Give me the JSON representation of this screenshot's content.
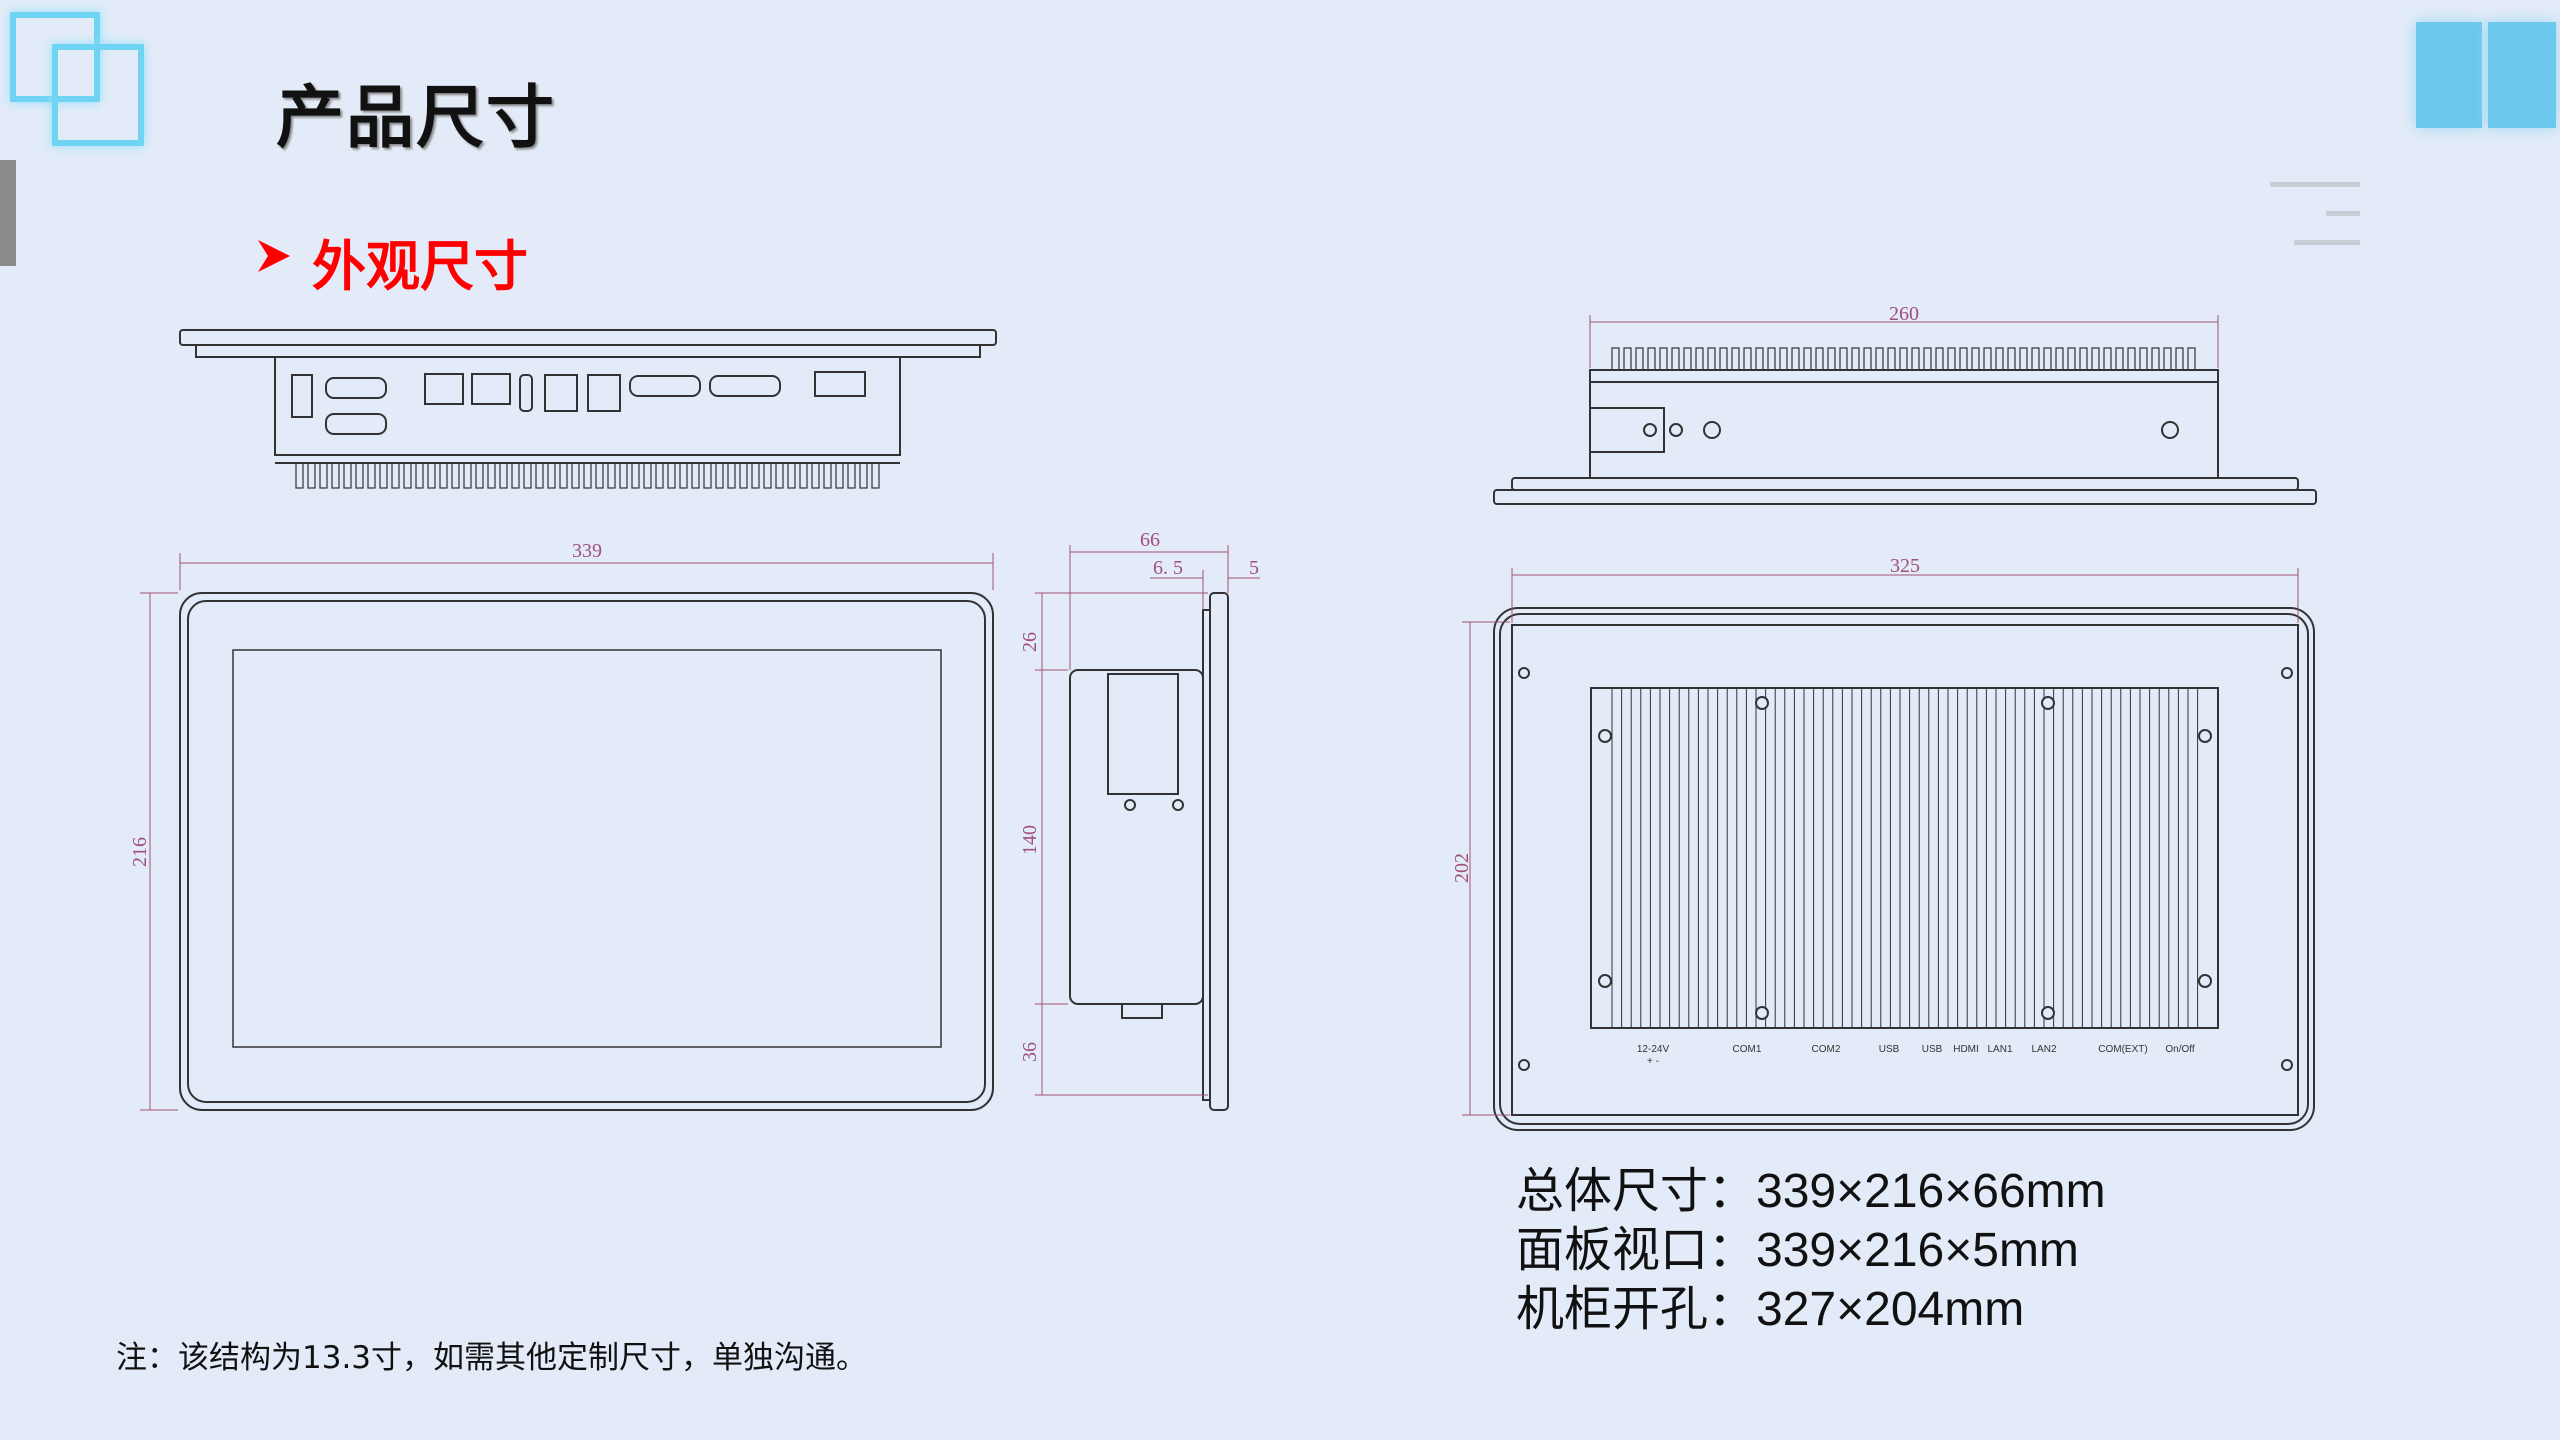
{
  "header": {
    "title": "产品尺寸",
    "subtitle": "外观尺寸"
  },
  "dimensions": {
    "front_width": "339",
    "front_height": "216",
    "side_depth": "66",
    "side_offset": "6. 5",
    "side_bezel": "5",
    "side_top": "26",
    "side_middle": "140",
    "side_bottom": "36",
    "top_body_width": "260",
    "back_width": "325",
    "back_height": "202"
  },
  "port_labels": [
    "12-24V",
    "COM1",
    "COM2",
    "USB",
    "USB",
    "HDMI",
    "LAN1",
    "LAN2",
    "COM(EXT)",
    "On/Off"
  ],
  "power_polarity": "+  -",
  "specs": [
    {
      "label": "总体尺寸：",
      "value": "339×216×66mm"
    },
    {
      "label": "面板视口：",
      "value": "339×216×5mm"
    },
    {
      "label": "机柜开孔：",
      "value": "327×204mm"
    }
  ],
  "note": "注：该结构为13.3寸，如需其他定制尺寸，单独沟通。",
  "colors": {
    "background": "#e3ebf8",
    "accent": "#ff0000",
    "dimension": "#a0507a",
    "logo": "#6fd3f3"
  }
}
